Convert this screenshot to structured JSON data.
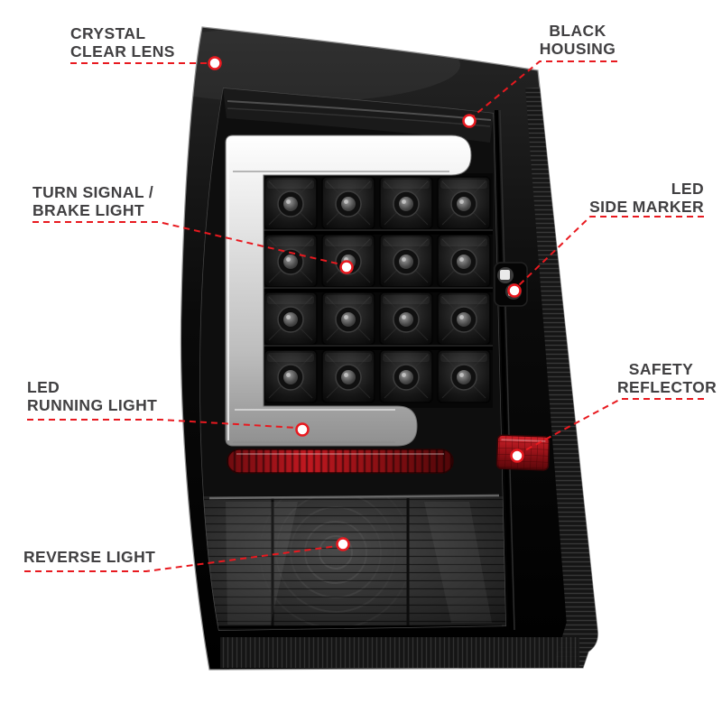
{
  "colors": {
    "background": "#ffffff",
    "accent_red": "#e8191f",
    "label_text": "#414042",
    "housing_black": "#0a0a0a",
    "light_bar_white": "#e8e8e8",
    "reflector_red": "#a01218"
  },
  "callouts": {
    "crystal_clear_lens": {
      "line1": "CRYSTAL",
      "line2": "CLEAR LENS"
    },
    "black_housing": {
      "line1": "BLACK",
      "line2": "HOUSING"
    },
    "turn_signal_brake_light": {
      "line1": "TURN SIGNAL /",
      "line2": "BRAKE LIGHT"
    },
    "led_side_marker": {
      "line1": "LED",
      "line2": "SIDE MARKER"
    },
    "led_running_light": {
      "line1": "LED",
      "line2": "RUNNING LIGHT"
    },
    "safety_reflector": {
      "line1": "SAFETY",
      "line2": "REFLECTOR"
    },
    "reverse_light": {
      "line1": "REVERSE LIGHT"
    }
  }
}
